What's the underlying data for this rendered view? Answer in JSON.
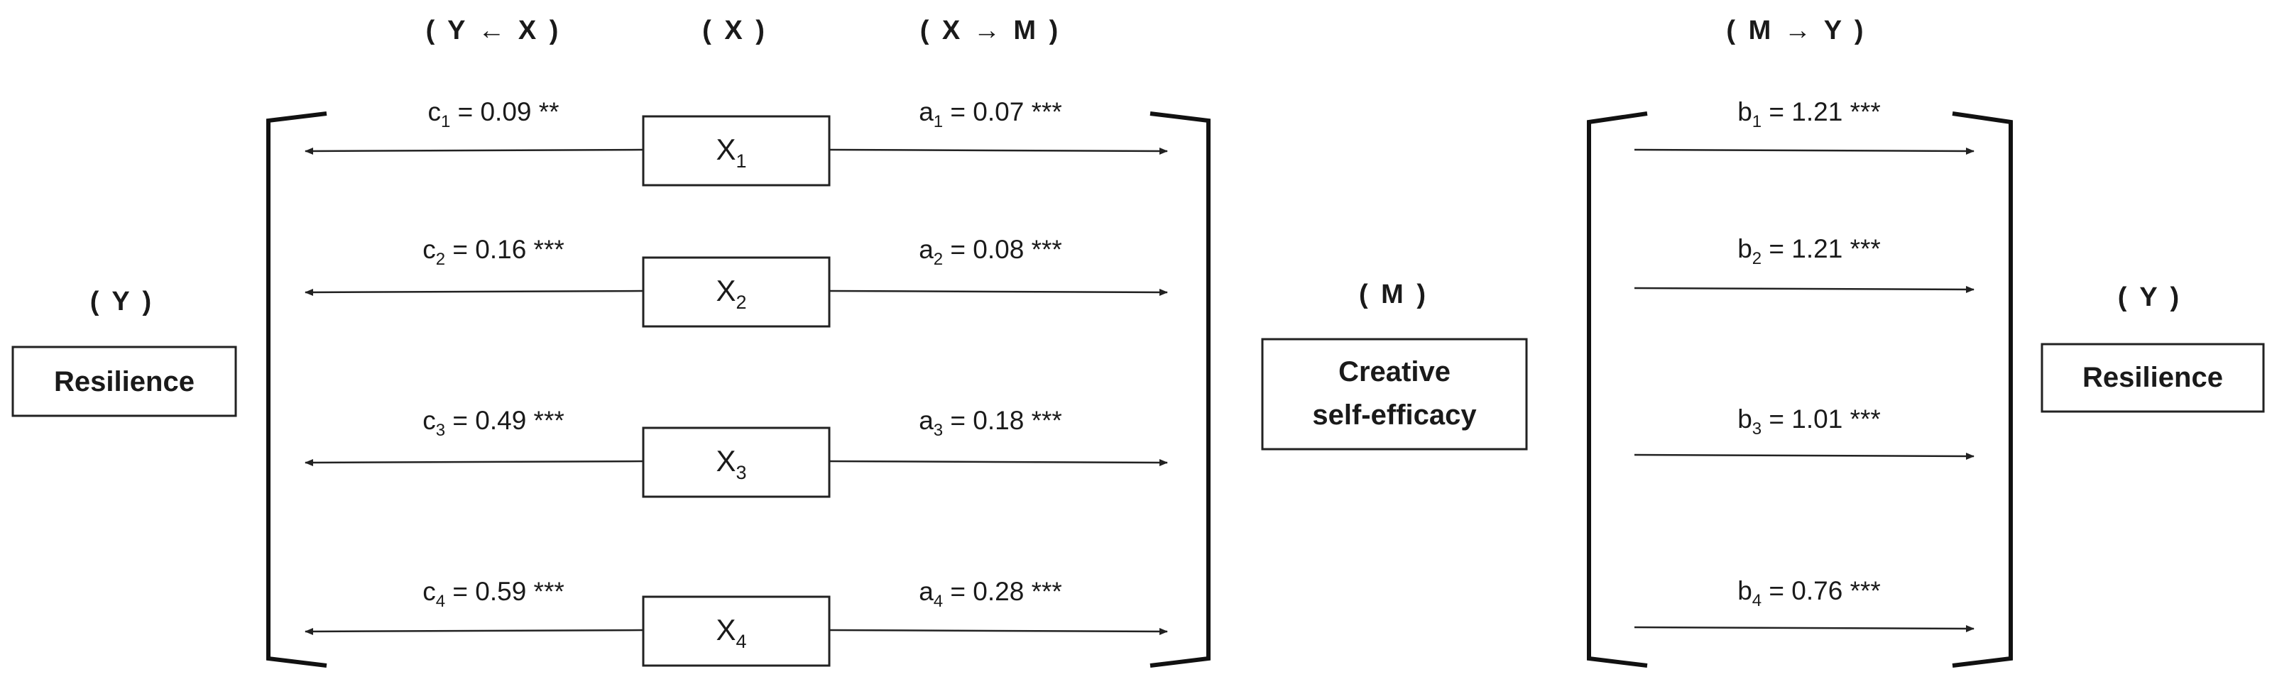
{
  "headers": {
    "y_from_x": "( Y ← X )",
    "x": "( X )",
    "x_to_m": "( X → M )",
    "m_to_y": "( M → Y )",
    "m": "( M )",
    "y_left": "( Y )",
    "y_right": "( Y )"
  },
  "boxes": {
    "resilience_left": "Resilience",
    "mediator_line1": "Creative",
    "mediator_line2": "self-efficacy",
    "resilience_right": "Resilience"
  },
  "x_variables": [
    {
      "base": "X",
      "sub": "1"
    },
    {
      "base": "X",
      "sub": "2"
    },
    {
      "base": "X",
      "sub": "3"
    },
    {
      "base": "X",
      "sub": "4"
    }
  ],
  "paths_c": [
    {
      "sym": "c",
      "sub": "1",
      "value": " = 0.09 **"
    },
    {
      "sym": "c",
      "sub": "2",
      "value": " = 0.16 ***"
    },
    {
      "sym": "c",
      "sub": "3",
      "value": " = 0.49 ***"
    },
    {
      "sym": "c",
      "sub": "4",
      "value": " = 0.59 ***"
    }
  ],
  "paths_a": [
    {
      "sym": "a",
      "sub": "1",
      "value": " = 0.07 ***"
    },
    {
      "sym": "a",
      "sub": "2",
      "value": " = 0.08 ***"
    },
    {
      "sym": "a",
      "sub": "3",
      "value": " = 0.18 ***"
    },
    {
      "sym": "a",
      "sub": "4",
      "value": " = 0.28 ***"
    }
  ],
  "paths_b": [
    {
      "sym": "b",
      "sub": "1",
      "value": " = 1.21 ***"
    },
    {
      "sym": "b",
      "sub": "2",
      "value": " = 1.21 ***"
    },
    {
      "sym": "b",
      "sub": "3",
      "value": " = 1.01 ***"
    },
    {
      "sym": "b",
      "sub": "4",
      "value": " = 0.76 ***"
    }
  ]
}
